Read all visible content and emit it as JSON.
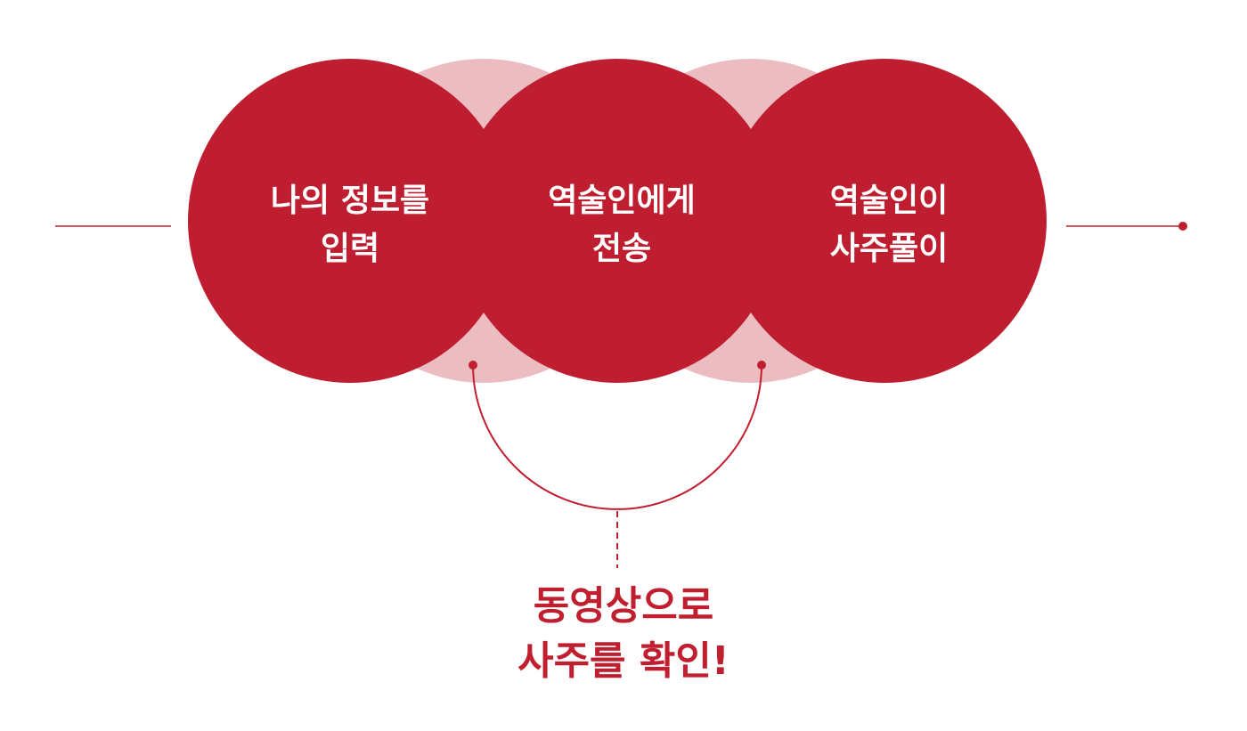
{
  "colors": {
    "primary": "#be1e2f",
    "light": "#ebbdc1",
    "background": "#ffffff"
  },
  "steps": [
    {
      "line1": "나의 정보를",
      "line2": "입력"
    },
    {
      "line1": "역술인에게",
      "line2": "전송"
    },
    {
      "line1": "역술인이",
      "line2": "사주풀이"
    }
  ],
  "result": {
    "line1": "동영상으로",
    "line2": "사주를 확인!"
  }
}
